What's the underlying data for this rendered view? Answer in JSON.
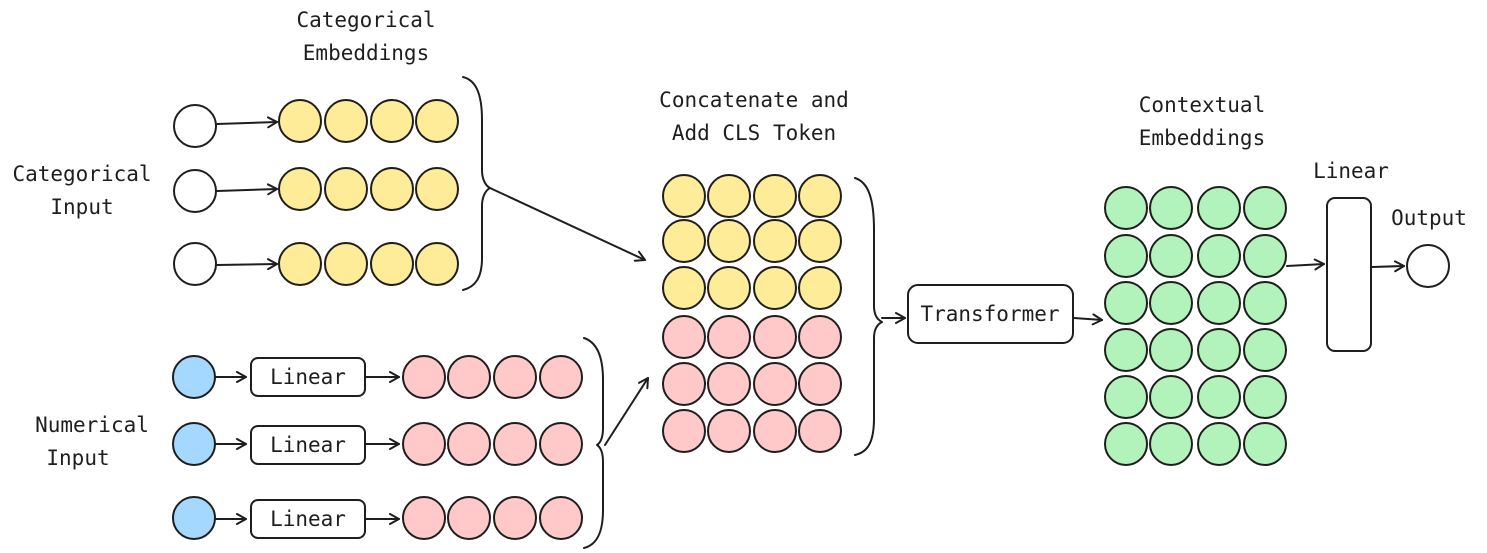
{
  "labels": {
    "categorical_embeddings": [
      "Categorical",
      "Embeddings"
    ],
    "categorical_input": [
      "Categorical",
      "Input"
    ],
    "numerical_input": [
      "Numerical",
      "Input"
    ],
    "concatenate": [
      "Concatenate and",
      "Add CLS Token"
    ],
    "contextual_embeddings": [
      "Contextual",
      "Embeddings"
    ],
    "linear_top": "Linear",
    "output": "Output"
  },
  "boxes": {
    "numerical_linear": [
      "Linear",
      "Linear",
      "Linear"
    ],
    "transformer": "Transformer"
  },
  "colors": {
    "yellow": "#ffec99",
    "pink": "#ffc9c9",
    "blue": "#a5d8ff",
    "green": "#b2f2bb",
    "white": "#ffffff",
    "stroke": "#1e1e1e"
  }
}
